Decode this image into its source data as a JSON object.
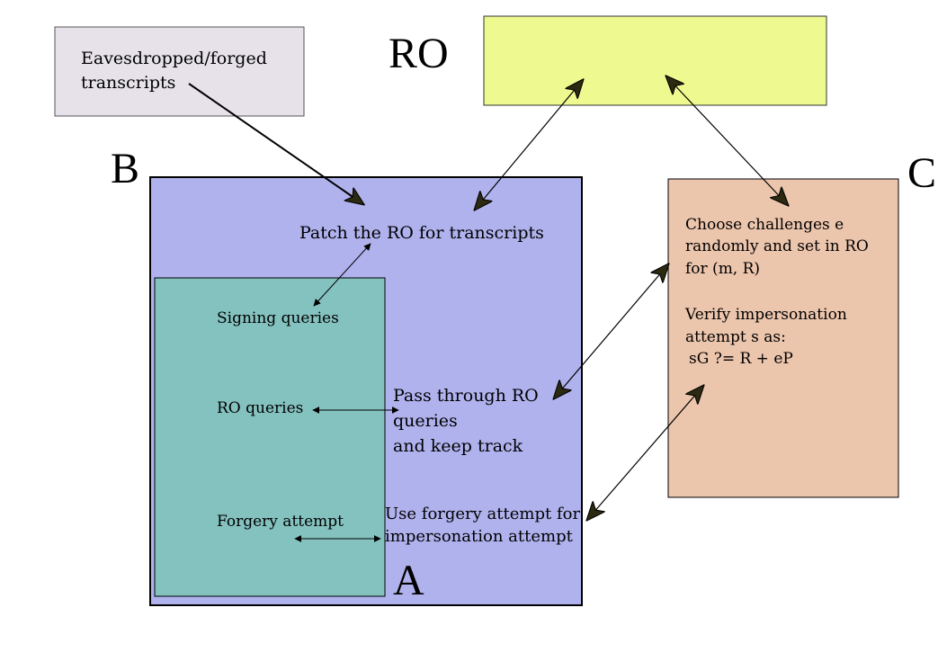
{
  "labels": {
    "ro": "RO",
    "b": "B",
    "c": "C",
    "a": "A"
  },
  "transcripts_box": {
    "line1": "Eavesdropped/forged",
    "line2": "transcripts"
  },
  "reduction_box": {
    "patch": "Patch the RO for transcripts",
    "pass_line1": "Pass through RO",
    "pass_line2": "queries",
    "pass_line3": "and keep track",
    "use_line1": "Use forgery attempt for",
    "use_line2": "impersonation attempt"
  },
  "adversary_box": {
    "signing": "Signing queries",
    "ro_queries": "RO queries",
    "forgery": "Forgery attempt"
  },
  "challenger_box": {
    "line1": "Choose challenges e",
    "line2": "randomly and set in RO",
    "line3": "for (m, R)",
    "line4": "Verify impersonation",
    "line5": "attempt s as:",
    "line6": "sG ?= R + eP"
  },
  "colors": {
    "ro_box": "#eefa8f",
    "transcripts_box": "#e7e2ea",
    "reduction_box": "#b0b2ee",
    "adversary_box": "#84c2c0",
    "challenger_box": "#ecc5ad",
    "arrowhead": "#2b2a10"
  }
}
